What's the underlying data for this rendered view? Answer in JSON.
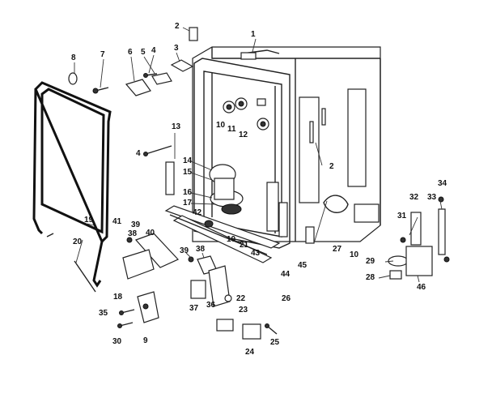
{
  "callouts": [
    {
      "id": "c1",
      "text": "1"
    },
    {
      "id": "c2a",
      "text": "2"
    },
    {
      "id": "c2b",
      "text": "2"
    },
    {
      "id": "c3",
      "text": "3"
    },
    {
      "id": "c4a",
      "text": "4"
    },
    {
      "id": "c4b",
      "text": "4"
    },
    {
      "id": "c5",
      "text": "5"
    },
    {
      "id": "c6",
      "text": "6"
    },
    {
      "id": "c7",
      "text": "7"
    },
    {
      "id": "c8",
      "text": "8"
    },
    {
      "id": "c9",
      "text": "9"
    },
    {
      "id": "c10a",
      "text": "10"
    },
    {
      "id": "c10b",
      "text": "10"
    },
    {
      "id": "c10c",
      "text": "10"
    },
    {
      "id": "c11",
      "text": "11"
    },
    {
      "id": "c12",
      "text": "12"
    },
    {
      "id": "c13",
      "text": "13"
    },
    {
      "id": "c14",
      "text": "14"
    },
    {
      "id": "c15",
      "text": "15"
    },
    {
      "id": "c16",
      "text": "16"
    },
    {
      "id": "c17",
      "text": "17"
    },
    {
      "id": "c18",
      "text": "18"
    },
    {
      "id": "c19",
      "text": "19"
    },
    {
      "id": "c20",
      "text": "20"
    },
    {
      "id": "c21",
      "text": "21"
    },
    {
      "id": "c22",
      "text": "22"
    },
    {
      "id": "c23",
      "text": "23"
    },
    {
      "id": "c24",
      "text": "24"
    },
    {
      "id": "c25",
      "text": "25"
    },
    {
      "id": "c26",
      "text": "26"
    },
    {
      "id": "c27",
      "text": "27"
    },
    {
      "id": "c28",
      "text": "28"
    },
    {
      "id": "c29",
      "text": "29"
    },
    {
      "id": "c30",
      "text": "30"
    },
    {
      "id": "c31",
      "text": "31"
    },
    {
      "id": "c32",
      "text": "32"
    },
    {
      "id": "c33",
      "text": "33"
    },
    {
      "id": "c34",
      "text": "34"
    },
    {
      "id": "c35",
      "text": "35"
    },
    {
      "id": "c36",
      "text": "36"
    },
    {
      "id": "c37",
      "text": "37"
    },
    {
      "id": "c38a",
      "text": "38"
    },
    {
      "id": "c38b",
      "text": "38"
    },
    {
      "id": "c39a",
      "text": "39"
    },
    {
      "id": "c39b",
      "text": "39"
    },
    {
      "id": "c40",
      "text": "40"
    },
    {
      "id": "c41",
      "text": "41"
    },
    {
      "id": "c42",
      "text": "42"
    },
    {
      "id": "c43",
      "text": "43"
    },
    {
      "id": "c44",
      "text": "44"
    },
    {
      "id": "c45",
      "text": "45"
    },
    {
      "id": "c46",
      "text": "46"
    }
  ]
}
